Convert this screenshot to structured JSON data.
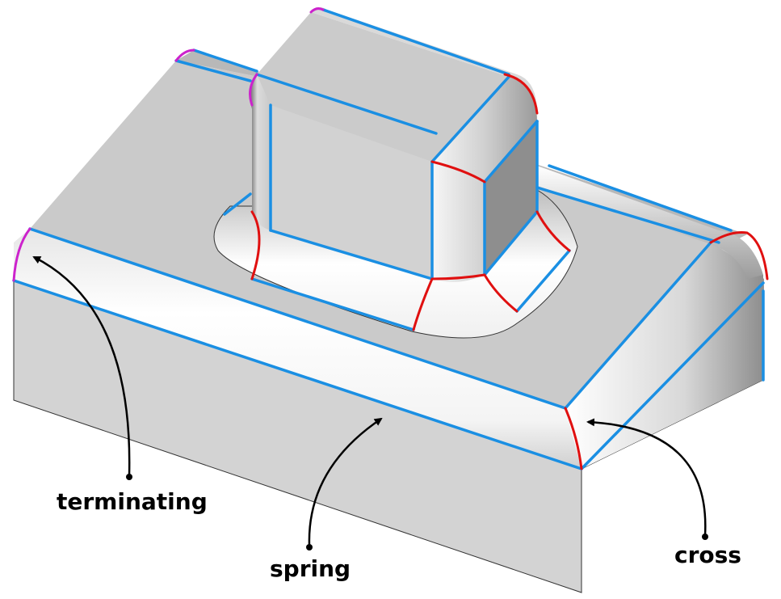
{
  "labels": {
    "terminating": "terminating",
    "spring": "spring",
    "cross": "cross"
  },
  "colors": {
    "background": "#ffffff",
    "face_top": "#cbcbcb",
    "face_front": "#d2d2d2",
    "face_side": "#8f8f8f",
    "fillet_highlight": "#ffffff",
    "spring_edge": "#1a8fe3",
    "cross_edge": "#e01010",
    "terminating_edge": "#cc22cc",
    "outline": "#333333",
    "arrow": "#000000"
  }
}
